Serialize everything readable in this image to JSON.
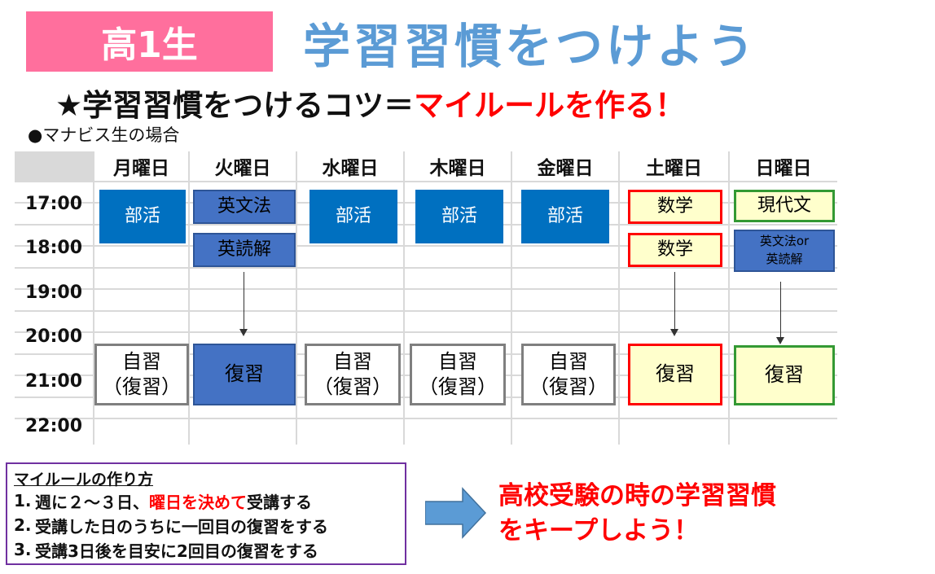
{
  "header": {
    "badge": "高1生",
    "title": "学習習慣をつけよう",
    "subtitle_prefix": "★学習習慣をつけるコツ＝",
    "subtitle_emphasis": "マイルールを作る！",
    "case_label": "●マナビス生の場合"
  },
  "schedule": {
    "days": [
      "月曜日",
      "火曜日",
      "水曜日",
      "木曜日",
      "金曜日",
      "土曜日",
      "日曜日"
    ],
    "times": [
      "17:00",
      "18:00",
      "19:00",
      "20:00",
      "21:00",
      "22:00"
    ],
    "events": {
      "mon_club": "部活",
      "tue_grammar": "英文法",
      "tue_reading": "英読解",
      "wed_club": "部活",
      "thu_club": "部活",
      "fri_club": "部活",
      "sat_math1": "数学",
      "sat_math2": "数学",
      "sun_modern": "現代文",
      "sun_english_line1": "英文法or",
      "sun_english_line2": "英読解",
      "self_study_line1": "自習",
      "self_study_line2": "（復習）",
      "review": "復習"
    },
    "colors": {
      "club": "#0070c0",
      "lesson_blue": "#4472c4",
      "lesson_yellow": "#ffffcc",
      "border_red": "#ff0000",
      "border_green": "#339933",
      "border_gray": "#7f7f7f"
    }
  },
  "rules": {
    "title": "マイルールの作り方",
    "items": [
      {
        "num": "1.",
        "pre": "週に２～３日、",
        "emphasis": "曜日を決めて",
        "post": "受講する"
      },
      {
        "num": "2.",
        "text": "受講した日のうちに一回目の復習をする"
      },
      {
        "num": "3.",
        "text": "受講3日後を目安に2回目の復習をする"
      }
    ]
  },
  "conclusion": {
    "line1": "高校受験の時の学習習慣",
    "line2": "をキープしよう！",
    "arrow_color": "#5b9bd5"
  }
}
